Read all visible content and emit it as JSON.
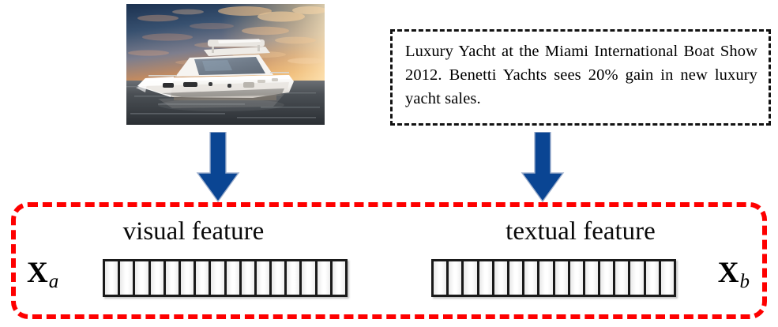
{
  "figure": {
    "type": "multimodal-feature-extraction-diagram",
    "colors": {
      "panel_border": "#FE0000",
      "arrow": "#0A4593",
      "caption_border": "#121212",
      "vector_border": "#1A1A1A",
      "background": "#FFFFFF"
    }
  },
  "image_input": {
    "alt": "Luxury white motor yacht cruising on the ocean at sunset with orange clouds",
    "icon": "yacht-photo"
  },
  "caption_input": {
    "text": "Luxury Yacht at the Miami International Boat Show 2012. Benetti Yachts sees 20% gain in new luxury yacht sales."
  },
  "arrows": [
    {
      "name": "image-to-visual-feature",
      "icon": "arrow-down-icon",
      "direction": "down"
    },
    {
      "name": "text-to-textual-feature",
      "icon": "arrow-down-icon",
      "direction": "down"
    }
  ],
  "features": {
    "visual": {
      "label": "visual feature",
      "symbol": "X",
      "subscript": "a",
      "cells": 16
    },
    "textual": {
      "label": "textual feature",
      "symbol": "X",
      "subscript": "b",
      "cells": 16
    }
  }
}
